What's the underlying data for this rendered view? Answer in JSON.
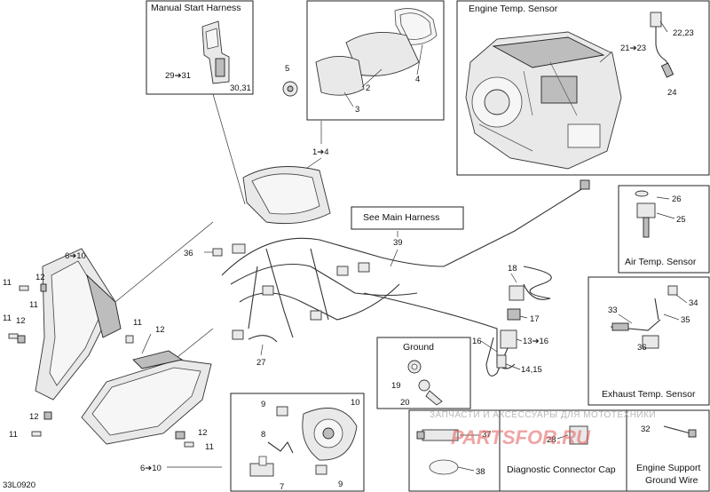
{
  "boxes": {
    "manual_start_harness": "Manual Start Harness",
    "engine_temp_sensor": "Engine Temp. Sensor",
    "see_main_harness": "See Main Harness",
    "air_temp_sensor": "Air Temp. Sensor",
    "exhaust_temp_sensor": "Exhaust Temp. Sensor",
    "ground": "Ground",
    "diagnostic_connector_cap": "Diagnostic Connector Cap",
    "engine_support_ground_wire": "Engine Support Ground Wire"
  },
  "callouts": {
    "c_29_31": "29➔31",
    "c_30_31": "30,31",
    "c_5": "5",
    "c_2": "2",
    "c_3": "3",
    "c_4": "4",
    "c_1_4": "1➔4",
    "c_21_23": "21➔23",
    "c_22_23": "22,23",
    "c_24": "24",
    "c_26": "26",
    "c_25": "25",
    "c_39": "39",
    "c_36_top": "36",
    "c_6_10_top": "6➔10",
    "c_11_a": "11",
    "c_12_a": "12",
    "c_11_b": "11",
    "c_12_b": "12",
    "c_11_c": "11",
    "c_12_c": "12",
    "c_27": "27",
    "c_18": "18",
    "c_17": "17",
    "c_16": "16",
    "c_13_16": "13➔16",
    "c_14_15": "14,15",
    "c_33": "33",
    "c_34": "34",
    "c_35": "35",
    "c_36_exh": "36",
    "c_19": "19",
    "c_20": "20",
    "c_12_d": "12",
    "c_11_d": "11",
    "c_12_e": "12",
    "c_11_e": "11",
    "c_11_f": "11",
    "c_6_10_bottom": "6➔10",
    "c_9_a": "9",
    "c_10": "10",
    "c_8": "8",
    "c_7": "7",
    "c_9_b": "9",
    "c_37": "37",
    "c_38": "38",
    "c_28": "28",
    "c_32": "32"
  },
  "diagram_code": "33L0920",
  "watermark": {
    "text": "ЗАПЧАСТИ И АКСЕССУАРЫ ДЛЯ МОТОТЕХНИКИ",
    "logo": "PARTSFOR.RU"
  },
  "colors": {
    "line": "#222222",
    "fill": "#e9e9e9",
    "watermark_logo": "#e35a5a"
  }
}
